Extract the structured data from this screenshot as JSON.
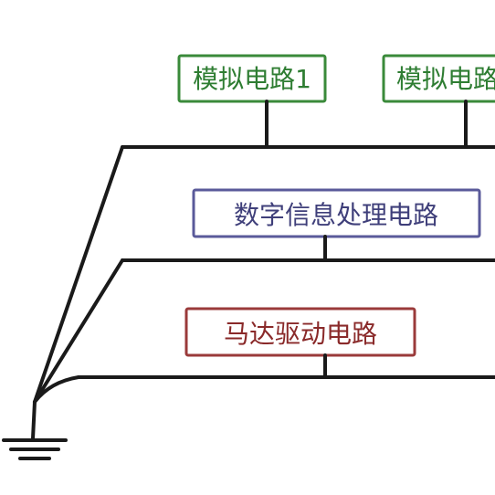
{
  "blocks": {
    "analog1": {
      "label": "模拟电路1",
      "border": "#3a8a3a",
      "text": "#2e7d32"
    },
    "analog2": {
      "label": "模拟电路",
      "border": "#3a8a3a",
      "text": "#2e7d32"
    },
    "digital": {
      "label": "数字信息处理电路",
      "border": "#5a5a9a",
      "text": "#3f3f7a"
    },
    "motor": {
      "label": "马达驱动电路",
      "border": "#9a3a3a",
      "text": "#8a2a2a"
    }
  }
}
